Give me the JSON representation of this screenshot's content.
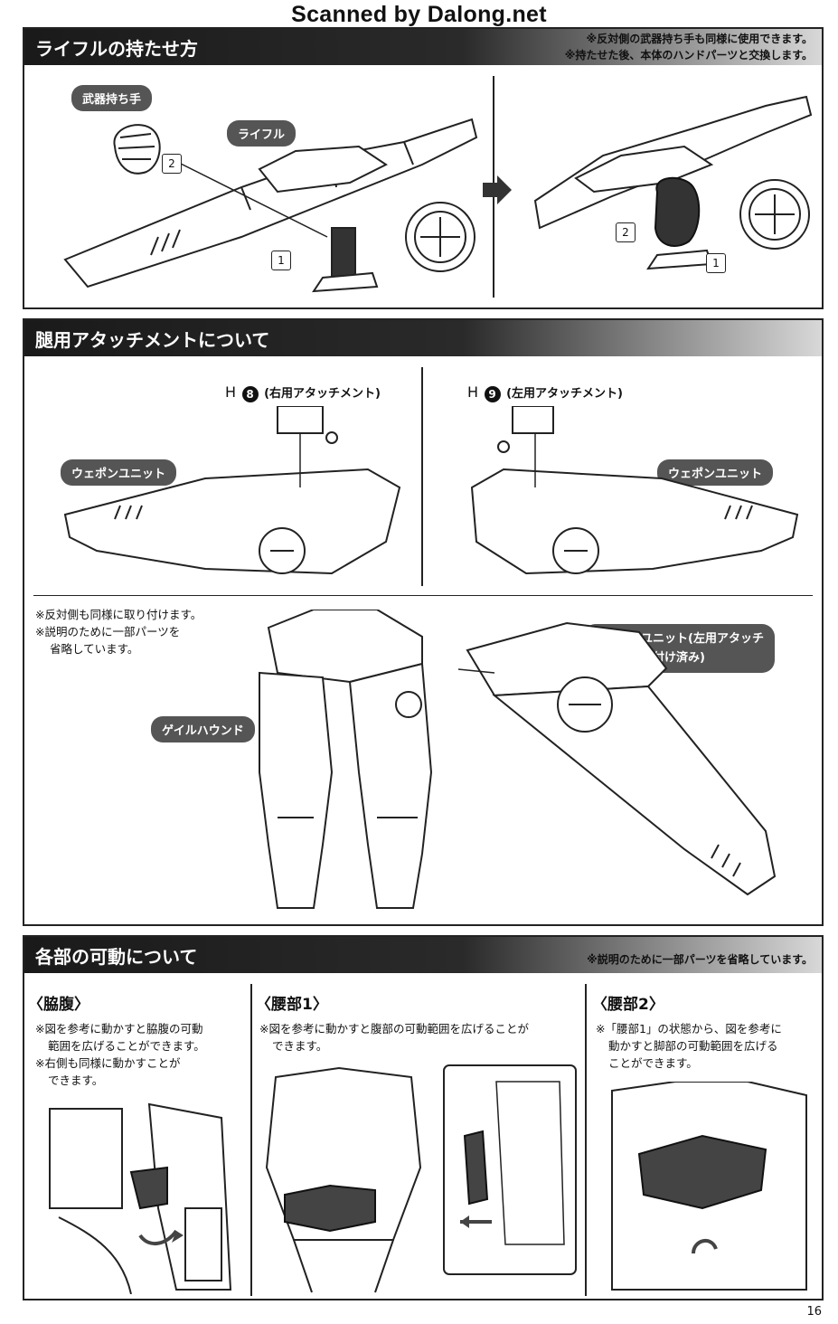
{
  "watermark": "Scanned by Dalong.net",
  "section1": {
    "title": "ライフルの持たせ方",
    "notes": [
      "※反対側の武器持ち手も同様に使用できます。",
      "※持たせた後、本体のハンドパーツと交換します。"
    ],
    "hand_label": "武器持ち手",
    "rifle_label": "ライフル",
    "steps": [
      "2",
      "1",
      "2",
      "1"
    ]
  },
  "section2": {
    "title": "腿用アタッチメントについて",
    "right_part_letter": "H",
    "right_part_num": "8",
    "right_part_text": "(右用アタッチメント)",
    "left_part_letter": "H",
    "left_part_num": "9",
    "left_part_text": "(左用アタッチメント)",
    "weapon_label_left": "ウェポンユニット",
    "weapon_label_right": "ウェポンユニット",
    "notes": [
      "※反対側も同様に取り付けます。",
      "※説明のために一部パーツを",
      "省略しています。"
    ],
    "weapon_attached_label_1": "ウェポンユニット(左用アタッチ",
    "weapon_attached_label_2": "メント取り付け済み)",
    "gale_label": "ゲイルハウンド"
  },
  "section3": {
    "title": "各部の可動について",
    "head_note": "※説明のために一部パーツを省略しています。",
    "col1": {
      "title": "〈脇腹〉",
      "lines": [
        "※図を参考に動かすと脇腹の可動",
        "範囲を広げることができます。",
        "※右側も同様に動かすことが",
        "できます。"
      ]
    },
    "col2": {
      "title": "〈腰部1〉",
      "lines": [
        "※図を参考に動かすと腹部の可動範囲を広げることが",
        "できます。"
      ]
    },
    "col3": {
      "title": "〈腰部2〉",
      "lines": [
        "※「腰部1」の状態から、図を参考に",
        "動かすと脚部の可動範囲を広げる",
        "ことができます。"
      ]
    }
  },
  "page_number": "16"
}
